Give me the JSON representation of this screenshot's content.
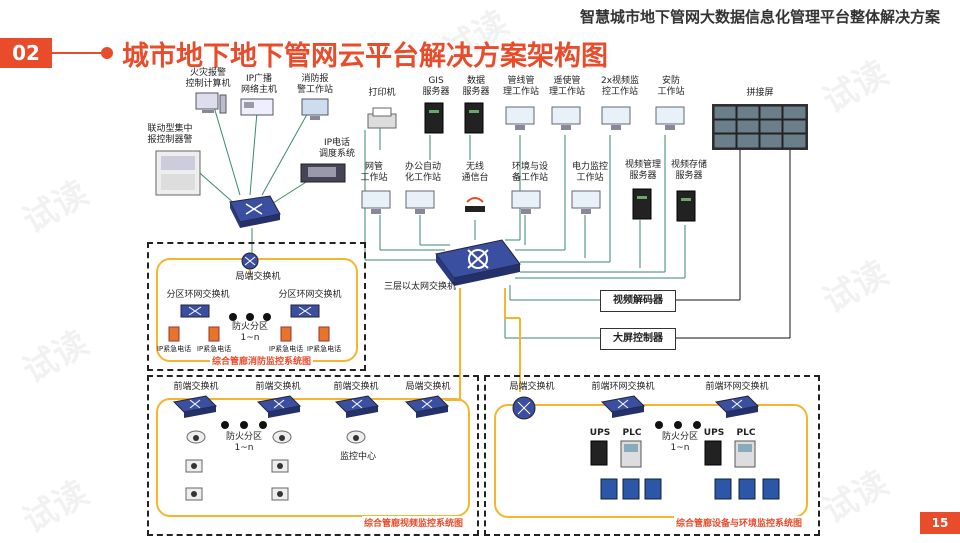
{
  "header": {
    "title": "智慧城市地下管网大数据信息化管理平台整体解决方案",
    "section_number": "02",
    "main_title": "城市地下地下管网云平台解决方案架构图"
  },
  "page_number": "15",
  "colors": {
    "accent": "#e84c2b",
    "ring": "#f5b52e",
    "switch": "#3b4fa0"
  },
  "top_left": {
    "fire_alarm_pc": "火灾报警\n控制计算机",
    "ip_broadcast": "IP广播\n网络主机",
    "fire_station": "消防报\n警工作站",
    "linked_alarm": "联动型集中\n报控制器警",
    "ip_phone": "IP电话\n调度系统"
  },
  "center_top": {
    "printer": "打印机",
    "gis": "GIS\n服务器",
    "data": "数据\n服务器",
    "pipeline": "管线管\n理工作站",
    "remote": "遥使管\n理工作站",
    "video2x": "2x视频监\n控工作站",
    "security": "安防\n工作站",
    "splice": "拼接屏"
  },
  "center_mid": {
    "netmgr": "网管\n工作站",
    "office": "办公自动\n化工作站",
    "wireless": "无线\n通信台",
    "env": "环境与设\n备工作站",
    "power": "电力监控\n工作站",
    "vmgr": "视频管理\n服务器",
    "vstore": "视频存储\n服务器"
  },
  "core": {
    "switch_label": "三层以太网交换机",
    "decoder": "视频解码器",
    "wall_ctrl": "大屏控制器"
  },
  "fire_panel": {
    "local_switch": "局端交换机",
    "zone_switch_left": "分区环网交换机",
    "zone_switch_right": "分区环网交换机",
    "fire_zone": "防火分区\n1~n",
    "phone_labels": [
      "IP紧急电话",
      "IP紧急电话",
      "IP紧急电话",
      "IP紧急电话"
    ],
    "caption": "综合管廊消防监控系统图"
  },
  "video_panel": {
    "front_switches": [
      "前端交换机",
      "前端交换机",
      "前端交换机",
      "局端交换机"
    ],
    "fire_zone": "防火分区\n1~n",
    "monitor_center": "监控中心",
    "caption": "综合管廊视频监控系统图"
  },
  "env_panel": {
    "local_switch": "局端交换机",
    "ring_switch_left": "前端环网交换机",
    "ring_switch_right": "前端环网交换机",
    "ups_left": "UPS",
    "plc_left": "PLC",
    "ups_right": "UPS",
    "plc_right": "PLC",
    "fire_zone": "防火分区\n1~n",
    "caption": "综合管廊设备与环境监控系统图"
  },
  "watermark": "试读"
}
